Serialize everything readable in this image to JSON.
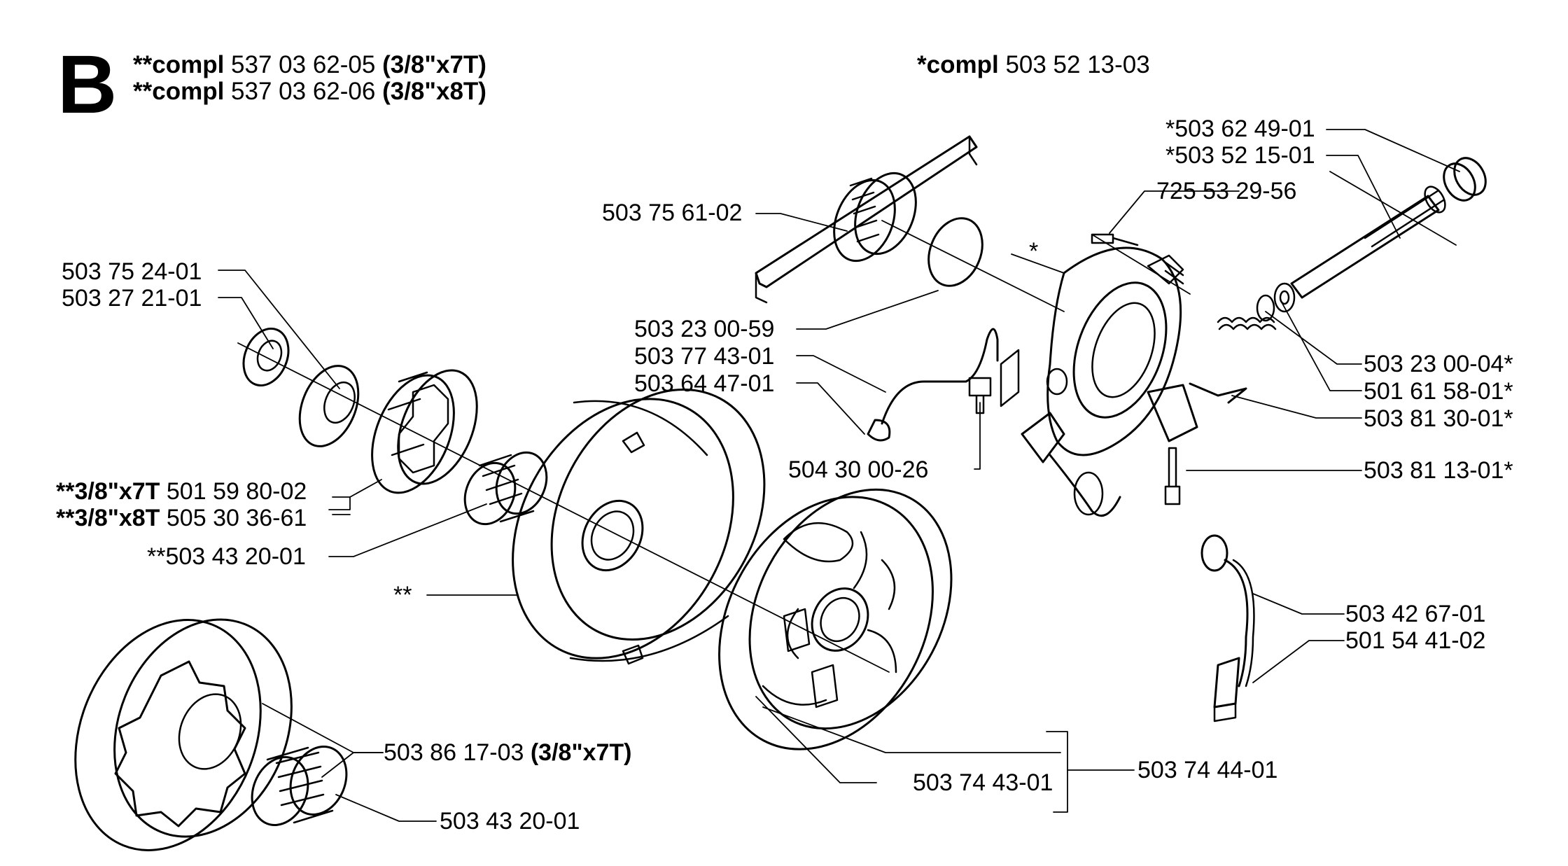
{
  "section": {
    "letter": "B"
  },
  "assemblies": [
    {
      "prefix": "**compl",
      "number": "537 03 62-05",
      "variant": "(3/8\"x7T)"
    },
    {
      "prefix": "**compl",
      "number": "537 03 62-06",
      "variant": "(3/8\"x8T)"
    }
  ],
  "pump_assembly": {
    "prefix": "*compl",
    "number": "503 52 13-03"
  },
  "labels": {
    "l01": {
      "text": "*503 62 49-01"
    },
    "l02": {
      "text": "*503 52 15-01"
    },
    "l03": {
      "text": "725 53 29-56"
    },
    "l04": {
      "text": "503 75 61-02"
    },
    "l05": {
      "text": "*"
    },
    "l06": {
      "text": "503 75 24-01"
    },
    "l07": {
      "text": "503 27 21-01"
    },
    "l08": {
      "text": "503 23 00-59"
    },
    "l09": {
      "text": "503 77 43-01"
    },
    "l10": {
      "text": "503 64 47-01"
    },
    "l11": {
      "text": "503 23 00-04*"
    },
    "l12": {
      "text": "501 61 58-01*"
    },
    "l13": {
      "text": "503 81 30-01*"
    },
    "l14": {
      "text": "504 30 00-26"
    },
    "l15": {
      "text": "503 81 13-01*"
    },
    "l16": {
      "bold": "**3/8\"x7T",
      "text": "501 59 80-02"
    },
    "l17": {
      "bold": "**3/8\"x8T",
      "text": "505 30 36-61"
    },
    "l18": {
      "text": "**503 43 20-01"
    },
    "l19": {
      "text": "**"
    },
    "l20": {
      "text": "503 42 67-01"
    },
    "l21": {
      "text": "501 54 41-02"
    },
    "l22": {
      "text": "503 74 44-01"
    },
    "l23": {
      "text": "503 86 17-03",
      "bold": "(3/8\"x7T)"
    },
    "l24": {
      "text": "503 74 43-01"
    },
    "l25": {
      "text": "503 43 20-01"
    }
  }
}
